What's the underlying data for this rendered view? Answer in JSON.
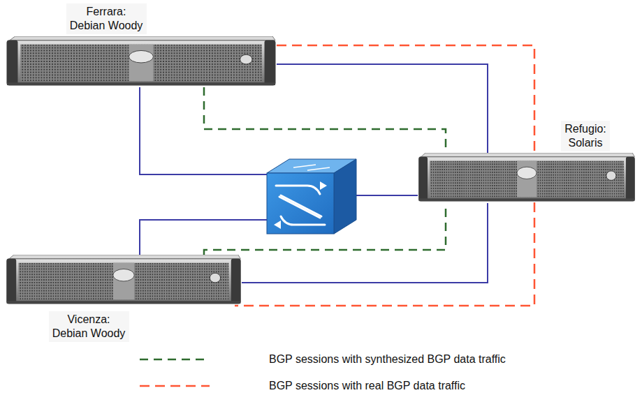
{
  "diagram": {
    "nodes": [
      {
        "text": [
          "Ferrara: Debian Woody"
        ]
      },
      {
        "text": [
          "Refugio: Solaris"
        ]
      },
      {
        "text": [
          "Vicenza: Debian Woody"
        ]
      }
    ],
    "edges": [
      {
        "from": 0,
        "to": 1,
        "arrow": "none"
      },
      {
        "from": 0,
        "to": 1,
        "arrow": "none"
      },
      {
        "from": 2,
        "to": 1,
        "arrow": "none"
      },
      {
        "from": 2,
        "to": 1,
        "arrow": "none"
      },
      {
        "from": 0,
        "to": 2,
        "arrow": "none"
      }
    ],
    "legend": [
      {
        "text": "BGP sessions with synthesized BGP data traffic"
      },
      {
        "text": "BGP sessions with real BGP data traffic"
      }
    ]
  }
}
